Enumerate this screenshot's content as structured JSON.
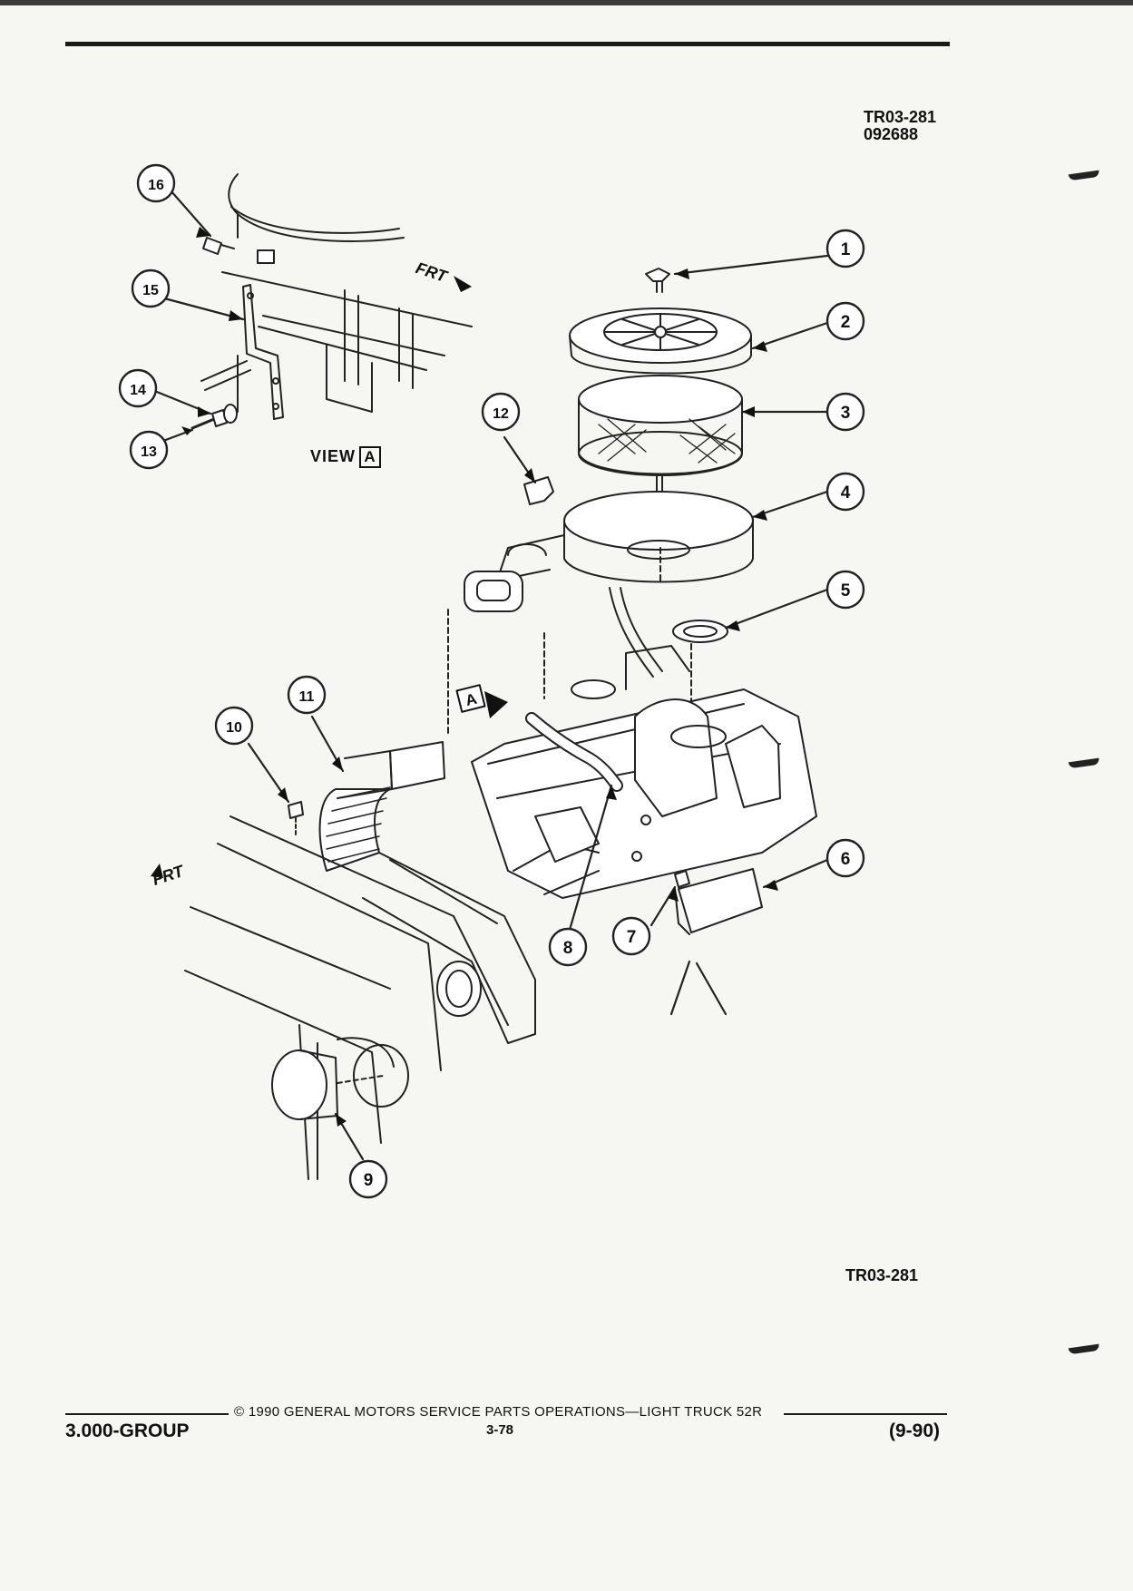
{
  "header": {
    "figure_id": "TR03-281",
    "figure_date": "092688"
  },
  "diagram": {
    "view_label": "VIEW",
    "view_letter": "A",
    "direction_label": "FRT",
    "callouts": [
      "1",
      "2",
      "3",
      "4",
      "5",
      "6",
      "7",
      "8",
      "9",
      "10",
      "11",
      "12",
      "13",
      "14",
      "15",
      "16"
    ],
    "view_marker_letter": "A"
  },
  "figure_id_bottom": "TR03-281",
  "footer": {
    "copyright": "© 1990 GENERAL MOTORS SERVICE PARTS OPERATIONS—LIGHT TRUCK 52R",
    "group": "3.000-GROUP",
    "page": "3-78",
    "date": "(9-90)"
  }
}
